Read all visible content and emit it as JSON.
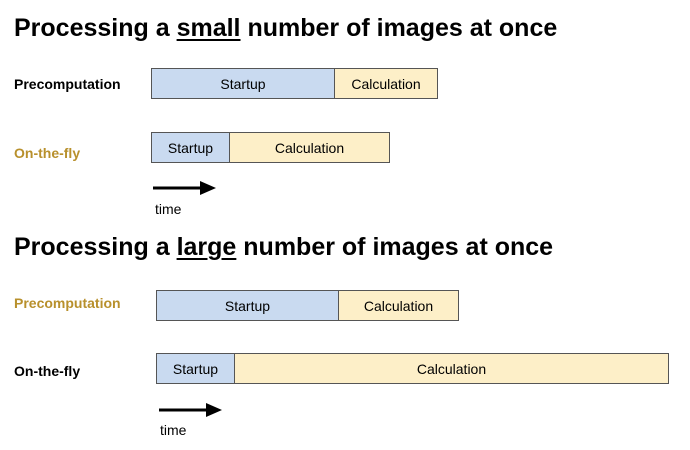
{
  "colors": {
    "startup_fill": "#c9daf0",
    "calculation_fill": "#fdefc8",
    "highlight_label": "#b8902c",
    "default_label": "#000000"
  },
  "sections": [
    {
      "heading_pre": "Processing a ",
      "heading_emph": "small",
      "heading_post": " number of images at once",
      "rows": [
        {
          "label": "Precomputation",
          "label_color": "#000000",
          "startup_label": "Startup",
          "calc_label": "Calculation"
        },
        {
          "label": "On-the-fly",
          "label_color": "#b8902c",
          "startup_label": "Startup",
          "calc_label": "Calculation"
        }
      ],
      "axis_label": "time"
    },
    {
      "heading_pre": "Processing a ",
      "heading_emph": "large",
      "heading_post": " number of images at once",
      "rows": [
        {
          "label": "Precomputation",
          "label_color": "#b8902c",
          "startup_label": "Startup",
          "calc_label": "Calculation"
        },
        {
          "label": "On-the-fly",
          "label_color": "#000000",
          "startup_label": "Startup",
          "calc_label": "Calculation"
        }
      ],
      "axis_label": "time"
    }
  ]
}
